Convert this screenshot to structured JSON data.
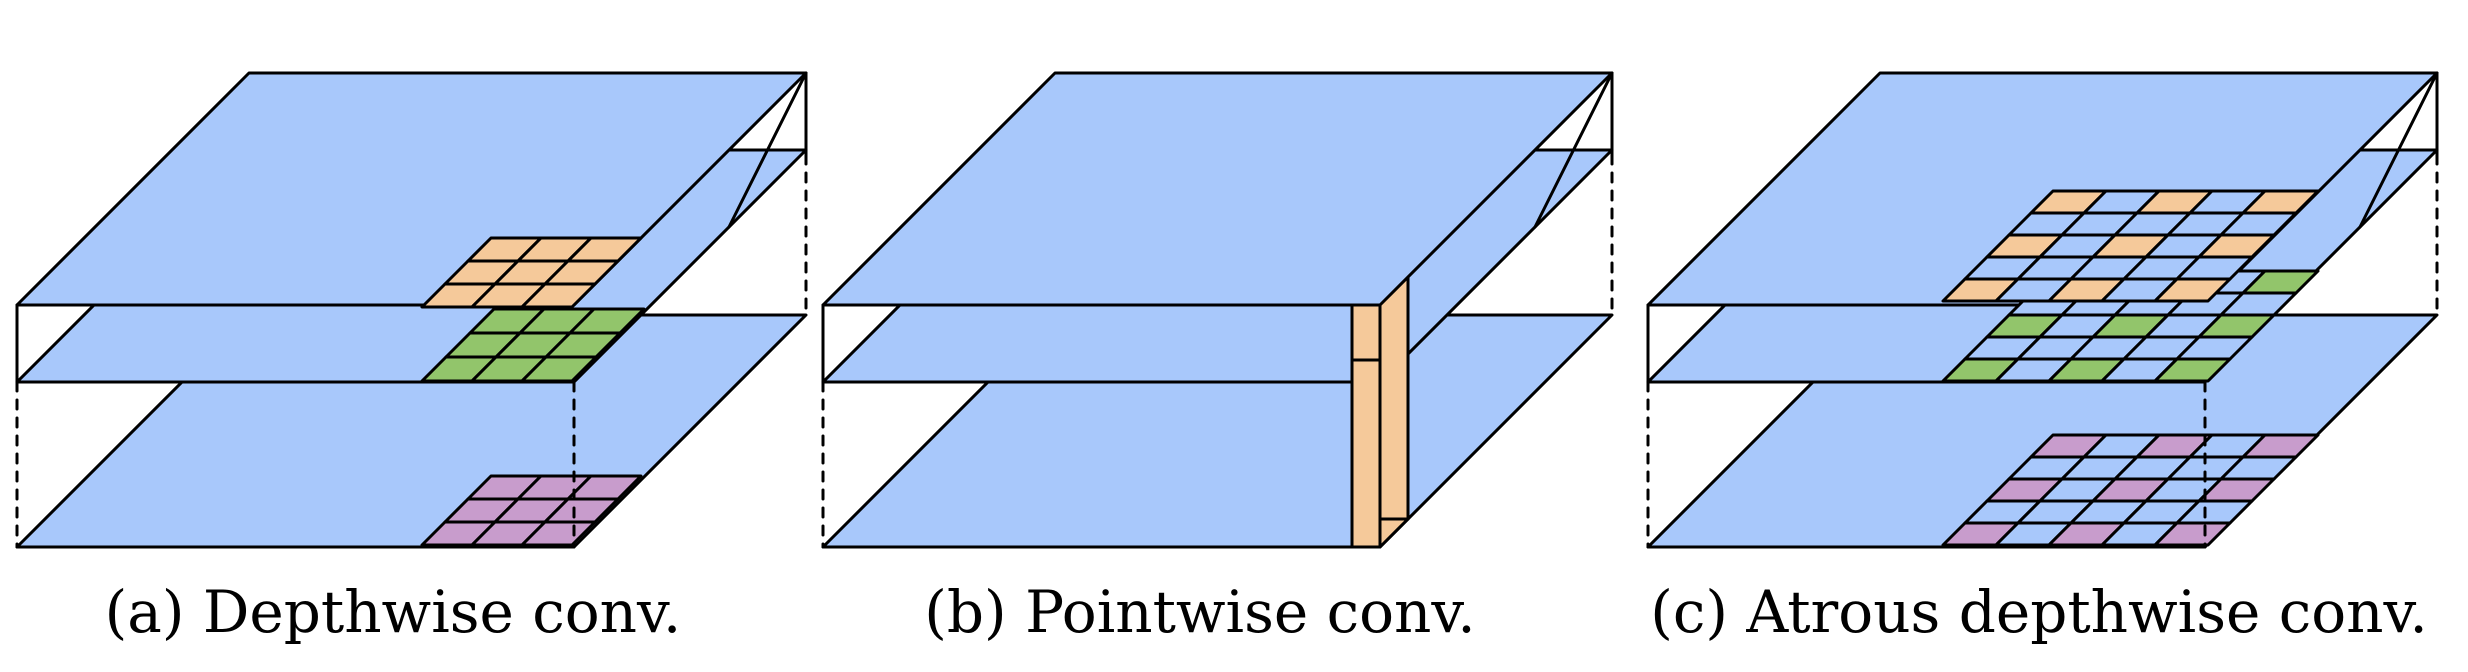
{
  "colors": {
    "plane": "#a8c8fb",
    "outline": "#000000",
    "orange_cell": "#f5c99a",
    "green_cell": "#92c56b",
    "purple_cell": "#c89ccc",
    "background": "#ffffff"
  },
  "panels": [
    {
      "id": "a",
      "caption": "(a) Depthwise conv."
    },
    {
      "id": "b",
      "caption": "(b) Pointwise conv."
    },
    {
      "id": "c",
      "caption": "(c) Atrous depthwise conv."
    }
  ]
}
